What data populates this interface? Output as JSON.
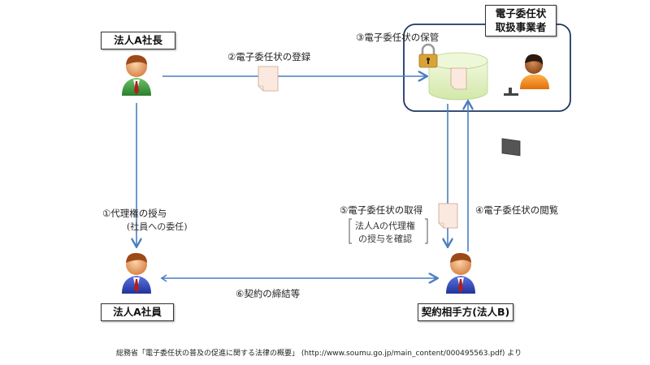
{
  "colors": {
    "arrow": "#4a7ebf",
    "box_border": "#1f3864",
    "green_suit": "#3f9b3f",
    "blue_suit": "#2f47b6",
    "orange_suit": "#f08a1c",
    "db_fill": "#e2f0c4",
    "doc_fill": "#fbe9df"
  },
  "actors": {
    "president": {
      "label": "法人A社長",
      "icon": "person-green-icon"
    },
    "employee": {
      "label": "法人A社員",
      "icon": "person-blue-icon"
    },
    "counterparty": {
      "label": "契約相手方(法人B)",
      "icon": "person-blue-icon"
    },
    "provider": {
      "label_line1": "電子委任状",
      "label_line2": "取扱事業者",
      "icon": "operator-computer-icon"
    }
  },
  "steps": {
    "s1": {
      "label": "①代理権の授与",
      "sub": "(社員への委任)"
    },
    "s2": {
      "label": "②電子委任状の登録"
    },
    "s3": {
      "label": "③電子委任状の保管"
    },
    "s4": {
      "label": "④電子委任状の閲覧"
    },
    "s5": {
      "label": "⑤電子委任状の取得",
      "note_line1": "法人Aの代理権",
      "note_line2": "の授与を確認"
    },
    "s6": {
      "label": "⑥契約の締結等"
    }
  },
  "caption": "総務省「電子委任状の普及の促進に関する法律の概要」 (http://www.soumu.go.jp/main_content/000495563.pdf) より"
}
